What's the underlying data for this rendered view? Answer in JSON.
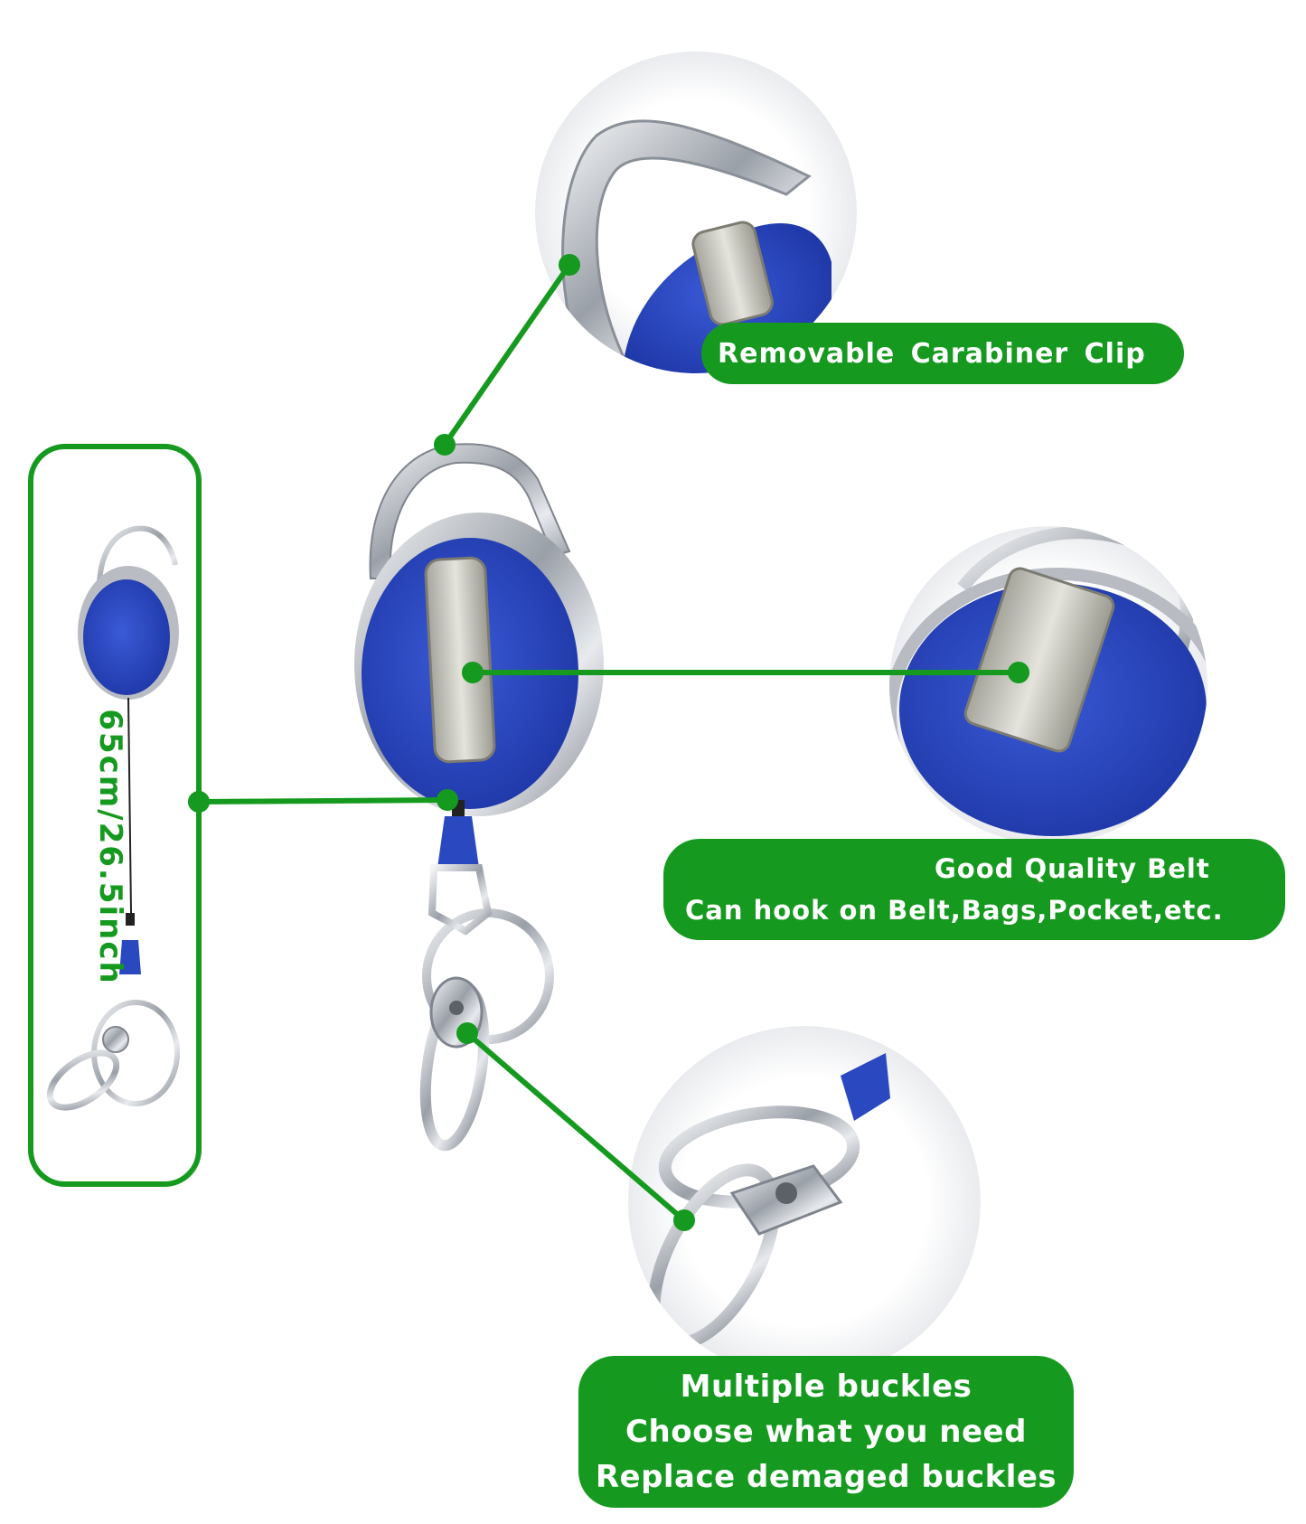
{
  "callouts": {
    "carabiner": [
      "Removable  Carabiner Clip"
    ],
    "belt": [
      "Good Quality Belt",
      "Can hook on Belt,Bags,Pocket,etc."
    ],
    "buckles": [
      "Multiple buckles",
      "Choose what you need",
      "Replace demaged buckles"
    ]
  },
  "length_label": "65cm/26.5inch",
  "colors": {
    "accent_green": "#159a1f",
    "reel_blue": "#2a48c0",
    "metal": "#c9ccd1"
  }
}
